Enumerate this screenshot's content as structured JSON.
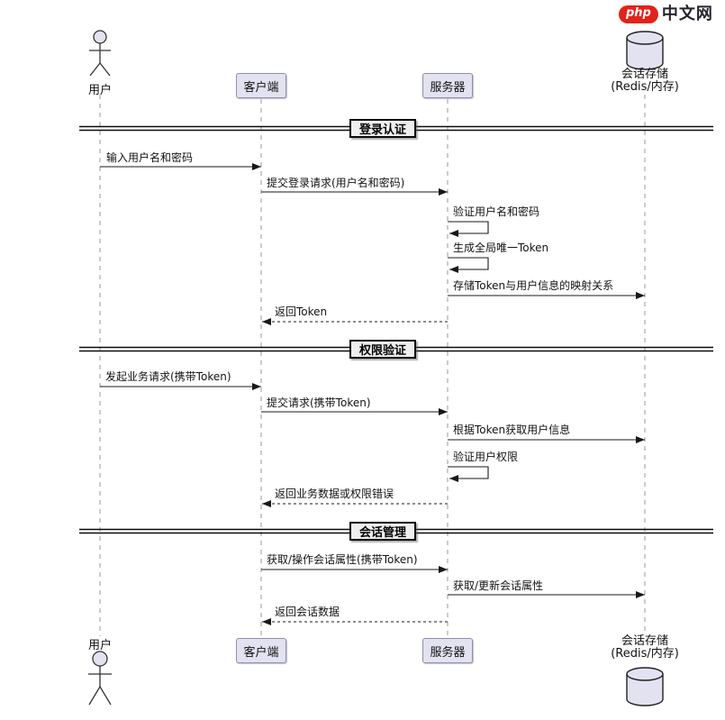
{
  "logo": {
    "badge": "php",
    "title": "中文网"
  },
  "diagram": {
    "participants": {
      "user": {
        "label": "用户",
        "type": "actor"
      },
      "client": {
        "label": "客户端",
        "type": "participant"
      },
      "server": {
        "label": "服务器",
        "type": "participant"
      },
      "store": {
        "label_line1": "会话存储",
        "label_line2": "(Redis/内存)",
        "type": "database"
      }
    },
    "sections": [
      {
        "label": "登录认证"
      },
      {
        "label": "权限验证"
      },
      {
        "label": "会话管理"
      }
    ],
    "messages": [
      {
        "text": "输入用户名和密码",
        "from": "user",
        "to": "client",
        "line": "solid"
      },
      {
        "text": "提交登录请求(用户名和密码)",
        "from": "client",
        "to": "server",
        "line": "solid"
      },
      {
        "text": "验证用户名和密码",
        "from": "server",
        "to": "server",
        "line": "solid"
      },
      {
        "text": "生成全局唯一Token",
        "from": "server",
        "to": "server",
        "line": "solid"
      },
      {
        "text": "存储Token与用户信息的映射关系",
        "from": "server",
        "to": "store",
        "line": "solid"
      },
      {
        "text": "返回Token",
        "from": "server",
        "to": "client",
        "line": "dashed"
      },
      {
        "text": "发起业务请求(携带Token)",
        "from": "user",
        "to": "client",
        "line": "solid"
      },
      {
        "text": "提交请求(携带Token)",
        "from": "client",
        "to": "server",
        "line": "solid"
      },
      {
        "text": "根据Token获取用户信息",
        "from": "server",
        "to": "store",
        "line": "solid"
      },
      {
        "text": "验证用户权限",
        "from": "server",
        "to": "server",
        "line": "solid"
      },
      {
        "text": "返回业务数据或权限错误",
        "from": "server",
        "to": "client",
        "line": "dashed"
      },
      {
        "text": "获取/操作会话属性(携带Token)",
        "from": "client",
        "to": "server",
        "line": "solid"
      },
      {
        "text": "获取/更新会话属性",
        "from": "server",
        "to": "store",
        "line": "solid"
      },
      {
        "text": "返回会话数据",
        "from": "server",
        "to": "client",
        "line": "dashed"
      }
    ],
    "colors": {
      "participant_fill": "#E2E2F0",
      "participant_border": "#8f8fae",
      "divider_fill": "#EEEEEE",
      "message_line": "#181818",
      "lifeline": "#999999",
      "logo_red": "#E2231A"
    }
  }
}
